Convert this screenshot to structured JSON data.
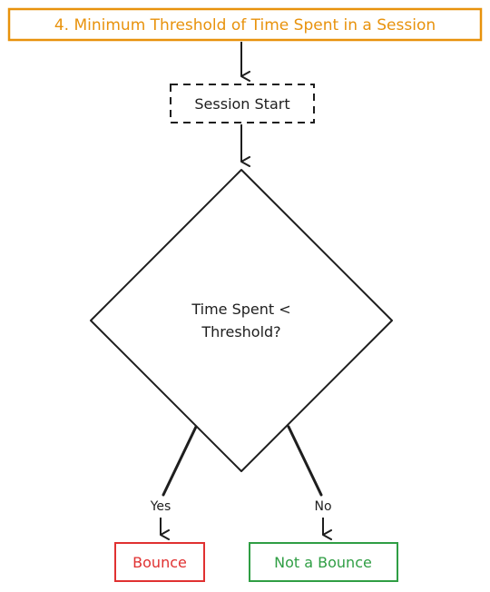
{
  "title": "4. Minimum Threshold of Time Spent in a Session",
  "nodes": {
    "start": "Session Start",
    "decision_line1": "Time Spent <",
    "decision_line2": "Threshold?",
    "yes_outcome": "Bounce",
    "no_outcome": "Not a Bounce"
  },
  "edges": {
    "yes_label": "Yes",
    "no_label": "No"
  },
  "colors": {
    "title": "#e8920c",
    "ink": "#1e1e1e",
    "bounce": "#e03131",
    "not_bounce": "#2f9e44"
  }
}
